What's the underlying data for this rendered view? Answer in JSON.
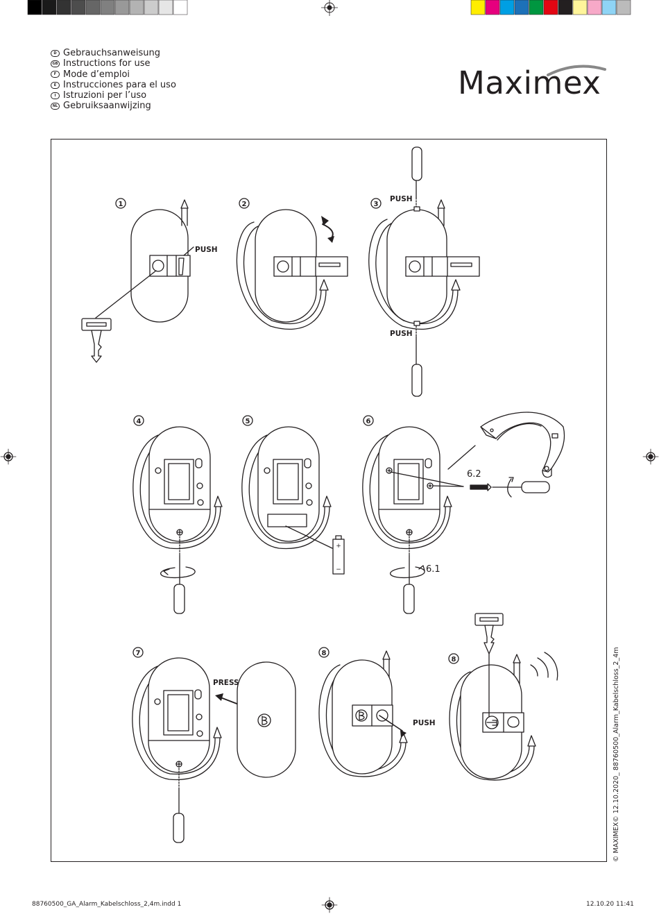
{
  "languages": [
    {
      "code": "D",
      "text": "Gebrauchsanweisung"
    },
    {
      "code": "GB",
      "text": "Instructions for use"
    },
    {
      "code": "F",
      "text": "Mode d’emploi"
    },
    {
      "code": "E",
      "text": "Instrucciones para el uso"
    },
    {
      "code": "I",
      "text": "Istruzioni per l’uso"
    },
    {
      "code": "NL",
      "text": "Gebruiksaanwijzing"
    }
  ],
  "brand": "Maximex",
  "steps": {
    "s1": "1",
    "s2": "2",
    "s3": "3",
    "s4": "4",
    "s5": "5",
    "s6": "6",
    "s7": "7",
    "s8a": "8",
    "s8b": "8"
  },
  "labels": {
    "push": "PUSH",
    "press": "PRESS",
    "sub62": "6.2",
    "sub61": "6.1",
    "plus": "+",
    "minus": "−"
  },
  "copyright": "© MAXIMEX©  12.10.2020_ 88760500_Alarm_Kabelschloss_2_4m",
  "slug": {
    "file": "88760500_GA_Alarm_Kabelschloss_2,4m.indd   1",
    "date": "12.10.20   11:41"
  },
  "colors": {
    "ink": "#231f20",
    "swatches": [
      "#ffed00",
      "#e6007e",
      "#009fe3",
      "#1d71b8",
      "#009640",
      "#e30613",
      "#231f20",
      "#fff59b",
      "#f7a9c8",
      "#8fd4f5",
      "#bbbbbb"
    ],
    "greys": [
      "#000000",
      "#1a1a1a",
      "#333333",
      "#4d4d4d",
      "#666666",
      "#808080",
      "#999999",
      "#b3b3b3",
      "#cccccc",
      "#e6e6e6",
      "#ffffff"
    ]
  }
}
